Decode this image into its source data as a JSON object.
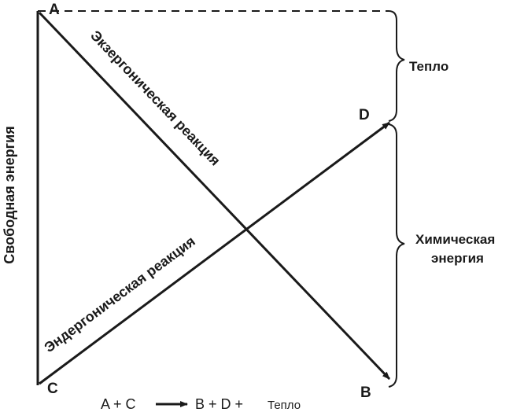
{
  "points": {
    "a": "A",
    "b": "B",
    "c": "C",
    "d": "D"
  },
  "reactions": {
    "exergonic": "Экзергоническая реакция",
    "endergonic": "Эндергоническая реакция"
  },
  "y_axis_label": "Свободная энергия",
  "braces": {
    "heat": "Тепло",
    "chemical_line1": "Химическая",
    "chemical_line2": "энергия"
  },
  "equation": {
    "lhs": "A + C",
    "rhs": "B + D +",
    "heat": "Тепло"
  }
}
